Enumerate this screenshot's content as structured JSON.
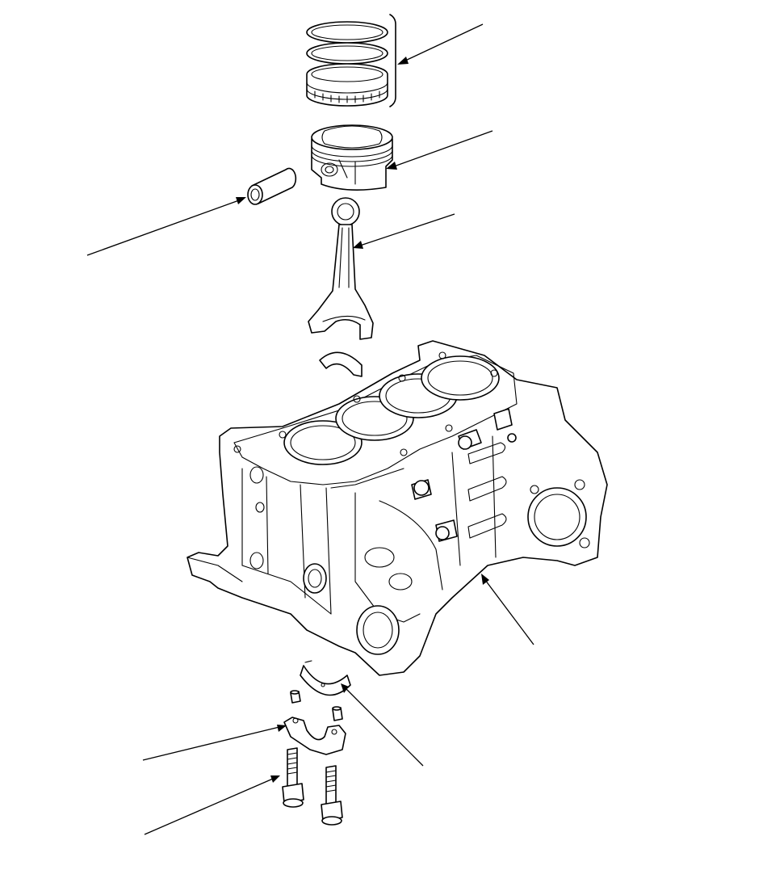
{
  "diagram": {
    "style": "exploded line drawing",
    "line_color": "#000000",
    "background": "#ffffff",
    "parts": [
      "piston-ring-set",
      "piston",
      "piston-pin",
      "connecting-rod",
      "connecting-rod-bearing-upper",
      "cylinder-block",
      "main-bearing",
      "dowel-pins",
      "bearing-cap",
      "bearing-cap-bolts"
    ]
  }
}
